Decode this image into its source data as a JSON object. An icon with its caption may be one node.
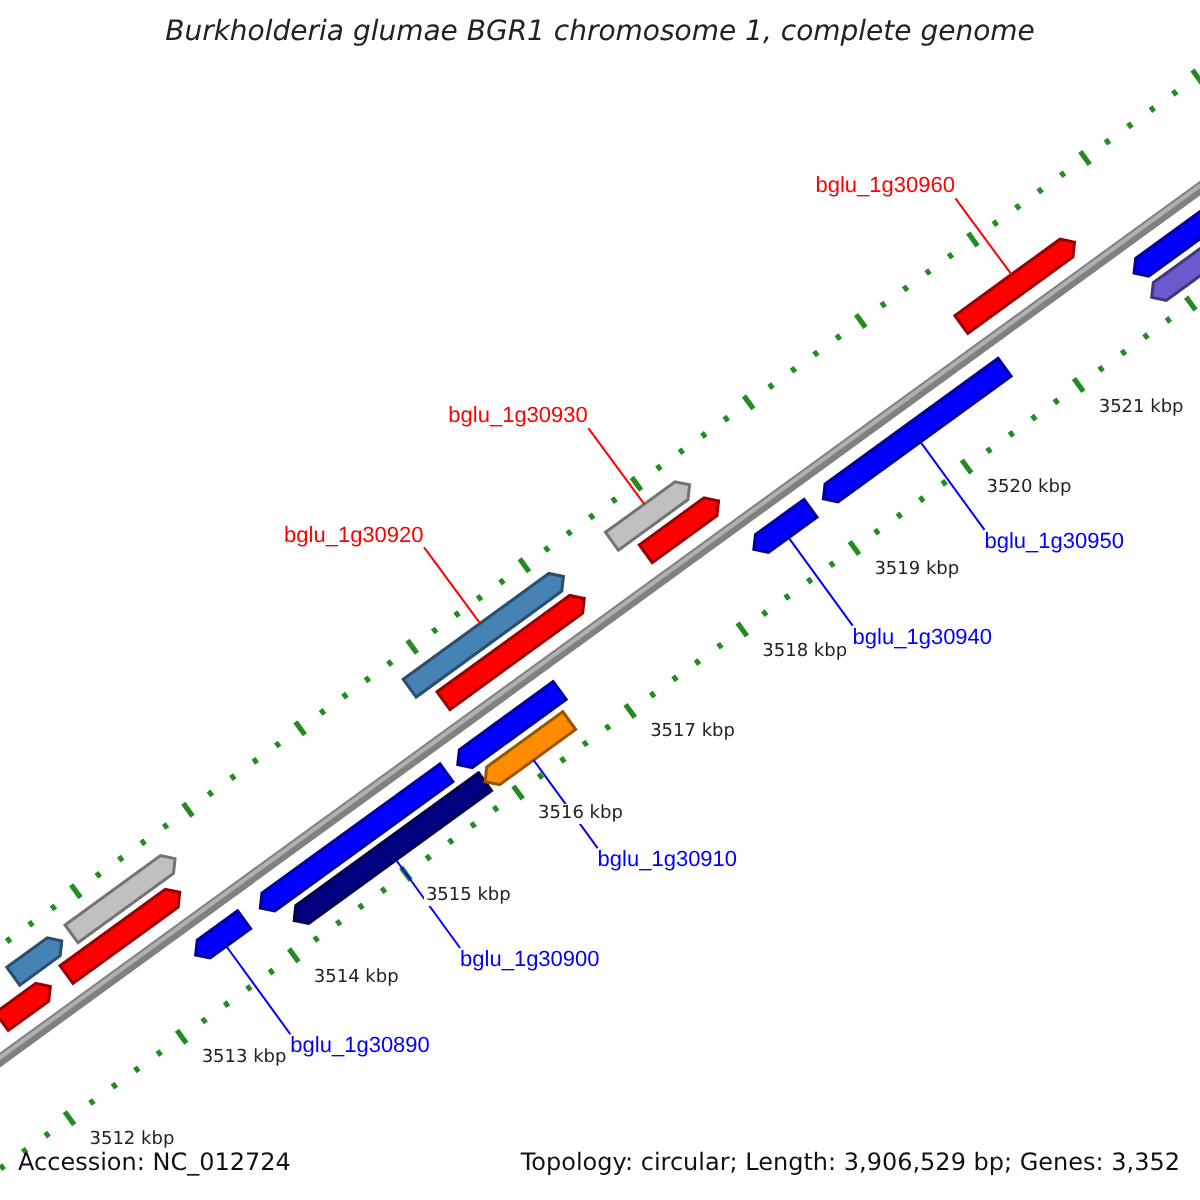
{
  "diagram": {
    "title": "Burkholderia glumae BGR1 chromosome 1, complete genome",
    "nodes": [
      {
        "text": [
          "bglu_1g30960"
        ]
      },
      {
        "text": [
          "bglu_1g30930"
        ]
      },
      {
        "text": [
          "bglu_1g30920"
        ]
      },
      {
        "text": [
          "bglu_1g30950"
        ]
      },
      {
        "text": [
          "bglu_1g30940"
        ]
      },
      {
        "text": [
          "bglu_1g30910"
        ]
      },
      {
        "text": [
          "bglu_1g30900"
        ]
      },
      {
        "text": [
          "bglu_1g30890"
        ]
      },
      {
        "text": [],
        "shape": "bar"
      },
      {
        "text": [],
        "shape": "bar"
      },
      {
        "text": [],
        "shape": "bar"
      },
      {
        "text": [],
        "shape": "bar"
      },
      {
        "text": [],
        "shape": "bar"
      },
      {
        "text": [],
        "shape": "bar"
      },
      {
        "text": [],
        "shape": "bar"
      },
      {
        "text": [],
        "shape": "bar"
      },
      {
        "text": [],
        "shape": "bar"
      },
      {
        "text": [],
        "shape": "bar"
      },
      {
        "text": [],
        "shape": "bar"
      },
      {
        "text": [],
        "shape": "bar"
      },
      {
        "text": [],
        "shape": "bar"
      },
      {
        "text": [],
        "shape": "bar"
      },
      {
        "text": [],
        "shape": "bar"
      },
      {
        "text": [],
        "shape": "bar"
      },
      {
        "text": [],
        "shape": "bar"
      },
      {
        "text": [],
        "shape": "bar"
      }
    ],
    "edges": [
      {
        "from": 0,
        "to": 23,
        "arrow": "none",
        "color": "#ff0000"
      },
      {
        "from": 1,
        "to": 19,
        "arrow": "none",
        "color": "#ff0000"
      },
      {
        "from": 2,
        "to": 16,
        "arrow": "none",
        "color": "#ff0000"
      },
      {
        "from": 3,
        "to": 22,
        "arrow": "none"
      },
      {
        "from": 4,
        "to": 21,
        "arrow": "none"
      },
      {
        "from": 5,
        "to": 17,
        "arrow": "none"
      },
      {
        "from": 6,
        "to": 14,
        "arrow": "none"
      },
      {
        "from": 7,
        "to": 12,
        "arrow": "none"
      }
    ],
    "labels": [
      "3521 kbp",
      "3520 kbp",
      "3519 kbp",
      "3518 kbp",
      "3517 kbp",
      "3516 kbp",
      "3515 kbp",
      "3514 kbp",
      "3513 kbp",
      "3512 kbp",
      "Accession: NC_012724",
      "Topology: circular; Length: 3,906,529 bp; Genes: 3,352"
    ]
  }
}
